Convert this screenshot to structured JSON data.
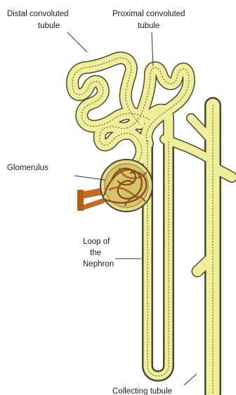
{
  "diagram": {
    "labels": {
      "distal_line1": "Distal convoluted",
      "distal_line2": "tubule",
      "proximal_line1": "Proximal convoluted",
      "proximal_line2": "tubule",
      "glomerulus": "Glomerulus",
      "loop_line1": "Loop of",
      "loop_line2": "the",
      "loop_line3": "Nephron",
      "collecting": "Collecting tubule"
    },
    "colors": {
      "tubule_fill": "#efef9a",
      "tubule_outline": "#4a4a30",
      "glomerulus_fill": "#d6c56a",
      "capillary": "#a8682a",
      "arteriole": "#c46a22",
      "leader_line": "#333333"
    }
  }
}
